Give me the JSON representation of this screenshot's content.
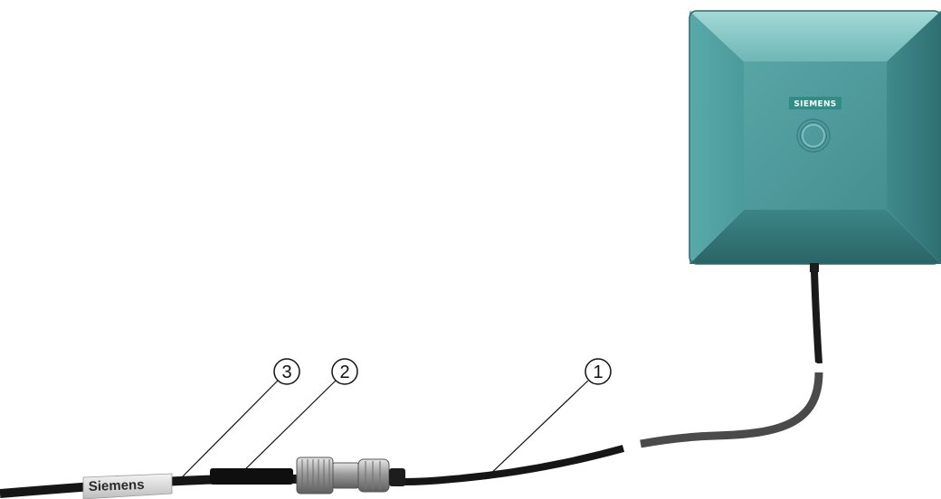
{
  "antenna": {
    "brand": "SIEMENS"
  },
  "cable_label": {
    "text": "Siemens"
  },
  "callouts": [
    {
      "number": "1"
    },
    {
      "number": "2"
    },
    {
      "number": "3"
    }
  ],
  "colors": {
    "antenna_body": "#4e9ea0",
    "antenna_bevel_light": "#7cc0c1",
    "antenna_bevel_dark": "#2e6c6f",
    "brand_badge": "#2f8d86",
    "cable": "#1a1a1a",
    "connector_metal": "#a8a8a8"
  }
}
